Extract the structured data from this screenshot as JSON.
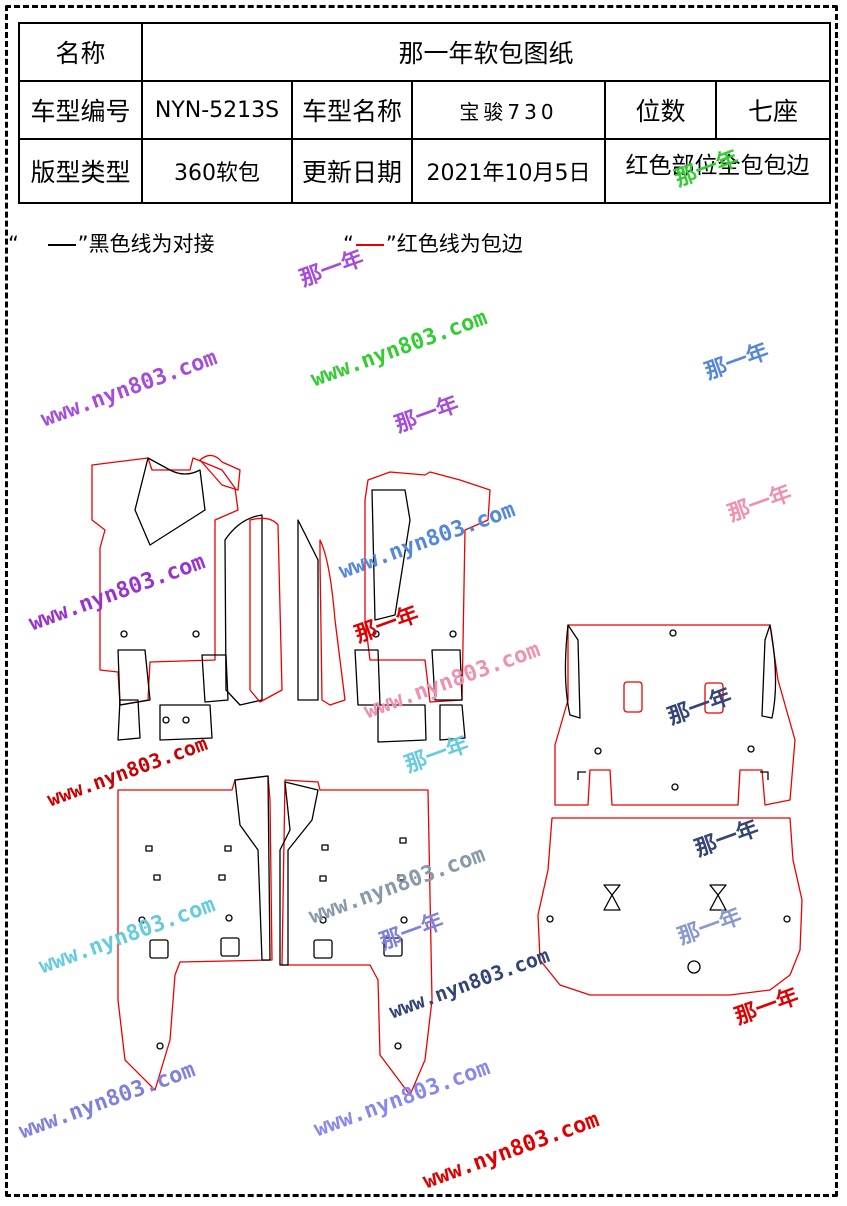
{
  "header": {
    "name_label": "名称",
    "name_value": "那一年软包图纸",
    "model_no_label": "车型编号",
    "model_no_value": "NYN-5213S",
    "model_name_label": "车型名称",
    "model_name_value": "宝骏730",
    "seats_label": "位数",
    "seats_value": "七座",
    "type_label": "版型类型",
    "type_value": "360软包",
    "date_label": "更新日期",
    "date_value": "2021年10月5日",
    "note": "红色部位全包包边"
  },
  "legend": {
    "black_open": "“",
    "black_text": "”黑色线为对接",
    "red_open": "“",
    "red_text": "”红色线为包边"
  },
  "colors": {
    "cut_line": "#e00000",
    "joint_line": "#000000",
    "border": "#000000"
  },
  "watermarks": {
    "url": "www.nyn803.com",
    "cn": "那一年"
  }
}
